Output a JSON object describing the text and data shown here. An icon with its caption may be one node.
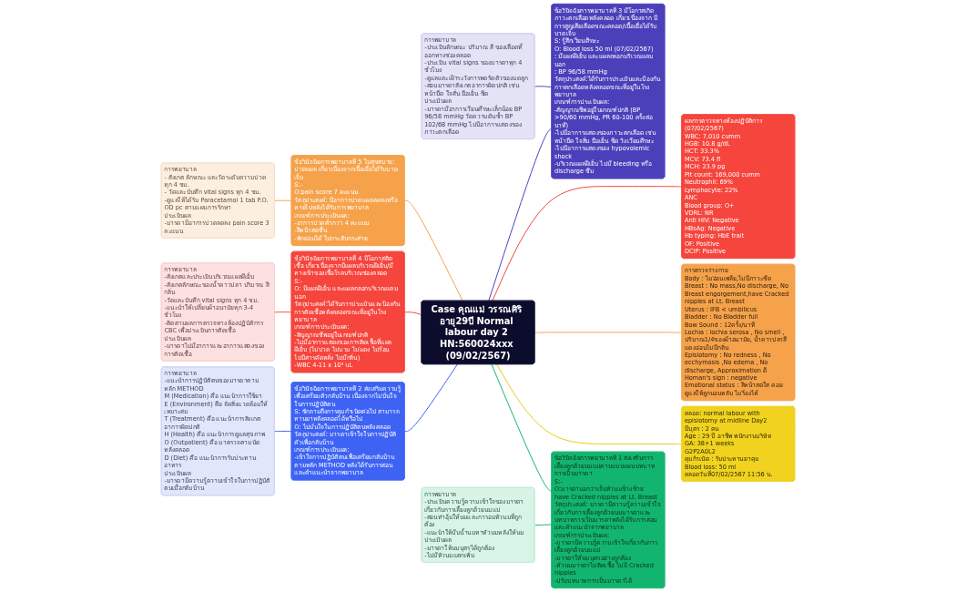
{
  "diagram": {
    "nodes": [
      {
        "text": [
          "การพยาบาล",
          "- สังเกต ลักษณะ และวัดระดับความปวดทุก 4 ชม.",
          "- วัดและบันทึก vital signs ทุก 4 ชม.",
          "-ดูแลให้ได้รับ Paracetamol 1 tab P.O. OD pc ตามแผนการรักษา",
          "ประเมินผล",
          "-มารดามีอาการปวดลดลง pain score 3 คะแนน"
        ]
      },
      {
        "text": [
          "ข้อวินิจฉัยการพยาบาลที่ 5 ไม่สุขสบาย: ปวดแผล เกี่ยวเนื่องจากเนื้อเยื่อได้รับบาดเจ็บ",
          "S:-",
          "O:pain score 7 คะแนน",
          "วัตถุประสงค์: มีอาการปวดแผลลดลงหรือหายไปหลังได้รับการพยาบาล",
          "เกณฑ์การประเมินผล:",
          "-อาการปวดต่ำกว่า 4 คะแนน",
          "-สีหน้าสดชื่น",
          "-พักผ่อนได้ ไม่กระสับกระส่าย"
        ]
      },
      {
        "text": [
          "การพยาบาล",
          "-สังเกตและประเมินบริเวณแผลฝีเย็บ",
          "-สังเกตลักษณะของน้ำคาวปลา ปริมาณ สี กลิ่น",
          "-วัดและบันทึก vital signs ทุก 4 ชม.",
          "-แนะนำให้เปลี่ยนผ้าอนามัยทุก 3-4 ชั่วโมง",
          "-ติดตามผลการตรวจทางห้องปฏิบัติการ CBC เพื่อประเมินการติดเชื้อ",
          "ประเมินผล",
          "-มารดาไม่มีอาการและอาการแสดงของการติดเชื้อ"
        ]
      },
      {
        "text": [
          "ข้อวินิจฉัยการพยาบาลที่ 4 มีโอกาสติดเชื้อ เกี่ยวเนื่องจากมีแผลบริเวณฝีเย็บ/มีทางเข้าของเชื้อโรคบริเวณช่องคลอด",
          "S:-",
          "O: มีแผลฝีเย็บ และแผลถลอกบริเวณแคมนอก",
          "วัตถุประสงค์:ได้รับการประเมินและป้องกันการติดเชื้อหลังคลอดขณะที่อยู่ในโรงพยาบาล",
          "เกณฑ์การประเมินผล:",
          "-สัญญาณชีพอยู่ในเกณฑ์ปกติ",
          "-ไม่มีอาการแสดงของการติดเชื้อที่แผลฝีเย็บ (ไม่ปวด ไม่บวม ไม่แดง ไม่ร้อน ไม่มีสารคัดหลั่ง ไม่มีกลิ่น)",
          "-WBC 4-11 x 10³ uL"
        ]
      },
      {
        "text": [
          "การพยาบาล",
          "-ประเมินลักษณะ ปริมาณ สี ของเลือดที่ออกทางช่องคลอด",
          "-ประเมิน vital signs ของมารดาทุก 4 ชั่วโมง",
          "-ดูแลและเฝ้าระวังการหดรัดตัวของมดลูก",
          "-สอนมารดาสังเกตอาการผิดปกติ เช่น หน้ามืด ใจสั่น มือเย็น ซีด",
          "ประเมินผล",
          "-มารดามีอาการเวียนศีรษะเล็กน้อย BP 96/58 mmHg วัดความดันซ้ำ BP 102/68 mmHg ไม่มีอาการแสดงของภาวะตกเลือด"
        ]
      },
      {
        "text": [
          "ข้อวินิจฉัยการพยาบาลที่ 3 มีโอกาสเกิดภาวะตกเลือดหลังคลอด เกี่ยวเนื่องจาก มีการสูญเสียเลือดขณะคลอด/เนื้อเยื่อได้รับบาดเจ็บ",
          "S: รู้สึกเวียนศีรษะ",
          "O: Blood loss 50 ml (07/02/2567)",
          ": มีแผลฝีเย็บ และแผลถลอกบริเวณแคมนอก",
          ": BP 96/58 mmHg",
          "วัตถุประสงค์:ได้รับการประเมินและป้องกันการตกเลือดหลังคลอดขณะที่อยู่ในโรงพยาบาล",
          "เกณฑ์การประเมินผล:",
          "-สัญญาณชีพอยู่ในเกณฑ์ปกติ (BP >90/60 mmHg, PR 60-100 ครั้งต่อนาที)",
          "-ไม่มีอาการแสดงของภาวะตกเลือด เช่น หน้ามืด ใจสั่น มือเย็น ซีด วิงเวียนศีรษะ",
          "-ไม่มีอาการแสดงของ hypovolemic shock",
          "-บริเวณแผลฝีเย็บ ไม่มี bleeding หรือ discharge ซึม"
        ]
      },
      {
        "text": [
          "การพยาบาล",
          "-แนะนำการปฏิบัติตนของมารดาตามหลัก METHOD",
          "M (Medication) คือ แนะนำการใช้ยา",
          "E (Environment) คือ จัดสิ่งแวดล้อมให้เหมาะสม",
          "T (Treatment) คือ แนะนำการสังเกตอาการผิดปกติ",
          "H (Health) คือ แนะนำการดูแลสุขภาพ",
          "O (Outpatient) คือ มาตรวจตามนัดหลังคลอด",
          "D (Diet) คือ แนะนำการรับประทานอาหาร",
          "ประเมินผล",
          "-มารดามีความรู้ความเข้าใจในการปฏิบัติตนเมื่อกลับบ้าน"
        ]
      },
      {
        "text": [
          "ข้อวินิจฉัยการพยาบาลที่ 2 ส่งเสริมความรู้เพื่อเตรียมตัวกลับบ้าน เนื่องจากไม่มั่นใจในการปฏิบัติตน",
          "S: ซักถามถึงการคุมกำเนิดต่อไป สามารถทานยาหลังคลอดได้หรือไม่",
          "O: ไม่มั่นใจในการปฏิบัติตนหลังคลอด",
          "วัตถุประสงค์: มารดาเข้าใจในการปฏิบัติตัวเพื่อกลับบ้าน",
          "เกณฑ์การประเมินผล:",
          "-เข้าใจการปฏิบัติตนเพื่อเตรียมกลับบ้านตามหลัก METHOD หลังได้รับการสอนและคำแนะนำจากพยาบาล"
        ]
      },
      {
        "text": [
          "Case คุณแม่ วรรณศิริ อายุ29ปี Normal labour day 2 HN:560024xxx (09/02/2567)"
        ]
      },
      {
        "text": [
          "ผลการตรวจทางห้องปฏิบัติการ (07/02/2567)",
          "WBC: 7,010 cumm",
          "HGB: 10.8 g/dL",
          "HCT: 33.3%",
          "MCV: 73.4 fl",
          "MCH: 23.9 pg",
          "Plt count: 169,000 cumm",
          "Neutrophil: 69%",
          "Lymphocyte: 22%",
          "ANC",
          "Blood group: O+",
          "VDRL: NR",
          "Anti HIV: Negative",
          "HBsAg: Negative",
          "Hb typing: HbE trait",
          "OF: Positive",
          "DCIP: Positive"
        ]
      },
      {
        "text": [
          "การตรวจร่างกาย",
          "Body : ไม่อ่อนเพลีย,ไม่มีภาวะซีด",
          "Breast : No mass,No discharge, No Breast engorgement,have Cracked nipples at Lt. Breast",
          "Uterus : IFB < umbilicus",
          "Bladder : No Bladder full",
          "Bow Sound : 12ครั้ง/นาที",
          "Lochia : lochia serosa , No smell , ปริมาณ1/4ของผ้าอนามัย, น้ำคาวปลาสีแดงอ่อนไม่มีกลิ่น",
          "Episiotomy : No redness , No ecchymosis ,No edema , No discharge, Approximation ดี",
          "Homan's sign : negative",
          "Emotional status : สีหน้าสดใส คอยดูแลให้ลูกนอนหลับ ไม่ร้องไห้"
        ]
      },
      {
        "text": [
          "คลอด: normal labour with episiotomy at midline Day2",
          "มีบุตร : 2 คน",
          "Age : 29 ปี อาชีพ พนักงานบริษัท",
          "GA: 38+1 weeks",
          "G2P2A0L2",
          "คุมกำเนิด : รับประทานยาคุม",
          "Blood loss: 50 ml",
          "คลอดวันที่07/02/2567 11:56 น."
        ]
      },
      {
        "text": [
          "ข้อวินิจฉัยการพยาบาลที่ 1 ส่งเสริมการเลี้ยงลูกด้วยนมแม่ตามแบบแผนบทบาทการเป็นมารดา",
          "S:-",
          "O:มารดาบอกว่าเจ็บหัวนมข้างซ้าย have Cracked nipples at Lt. Breast",
          "วัตถุประสงค์: มารดามีความรู้ความเข้าใจเกี่ยวกับการเลี้ยงลูกด้วยนมมารดาและบทบาทการเป็นมารดาหลังได้รับการสอนและคำแนะนำจากพยาบาล",
          "เกณฑ์การประเมินผล:",
          "-มารดามีความรู้ความเข้าใจเกี่ยวกับการเลี้ยงลูกด้วยนมแม่",
          "-มารดาให้นมบุตรอย่างถูกต้อง",
          "-หัวนมมารดาไม่ติดเชื้อ ไม่มี Cracked nipples",
          "-ปรับบทบาทการเป็นมารดาได้"
        ]
      },
      {
        "text": [
          "การพยาบาล",
          "-ประเมินความรู้ความเข้าใจของมารดาเกี่ยวกับการเลี้ยงลูกด้วยนมแม่",
          "-สอนท่าอุ้มให้นมและการอมหัวนมที่ถูกต้อง",
          "-แนะนำให้บีบน้ำนมทาหัวนมหลังให้นม",
          "ประเมินผล",
          "-มารดาให้นมบุตรได้ถูกต้อง",
          "-ไม่มีหัวนมแตกเพิ่ม"
        ]
      }
    ],
    "edges": [
      {
        "from": 8,
        "to": 1,
        "arrow": "none",
        "color": "#f5a24b"
      },
      {
        "from": 1,
        "to": 0,
        "arrow": "none",
        "color": "#f5a24b"
      },
      {
        "from": 8,
        "to": 3,
        "arrow": "none",
        "color": "#f5453d"
      },
      {
        "from": 3,
        "to": 2,
        "arrow": "none",
        "color": "#f5453d"
      },
      {
        "from": 8,
        "to": 5,
        "arrow": "none",
        "color": "#4b40ba"
      },
      {
        "from": 5,
        "to": 4,
        "arrow": "none",
        "color": "#4b40ba"
      },
      {
        "from": 8,
        "to": 7,
        "arrow": "none",
        "color": "#3e63f4"
      },
      {
        "from": 7,
        "to": 6,
        "arrow": "none",
        "color": "#3e63f4"
      },
      {
        "from": 8,
        "to": 9,
        "arrow": "none",
        "color": "#f5453d"
      },
      {
        "from": 8,
        "to": 10,
        "arrow": "none",
        "color": "#f5a24b"
      },
      {
        "from": 8,
        "to": 11,
        "arrow": "none",
        "color": "#e8c81a"
      },
      {
        "from": 8,
        "to": 12,
        "arrow": "none",
        "color": "#12b56d"
      },
      {
        "from": 12,
        "to": 13,
        "arrow": "none",
        "color": "#12b56d"
      }
    ]
  }
}
